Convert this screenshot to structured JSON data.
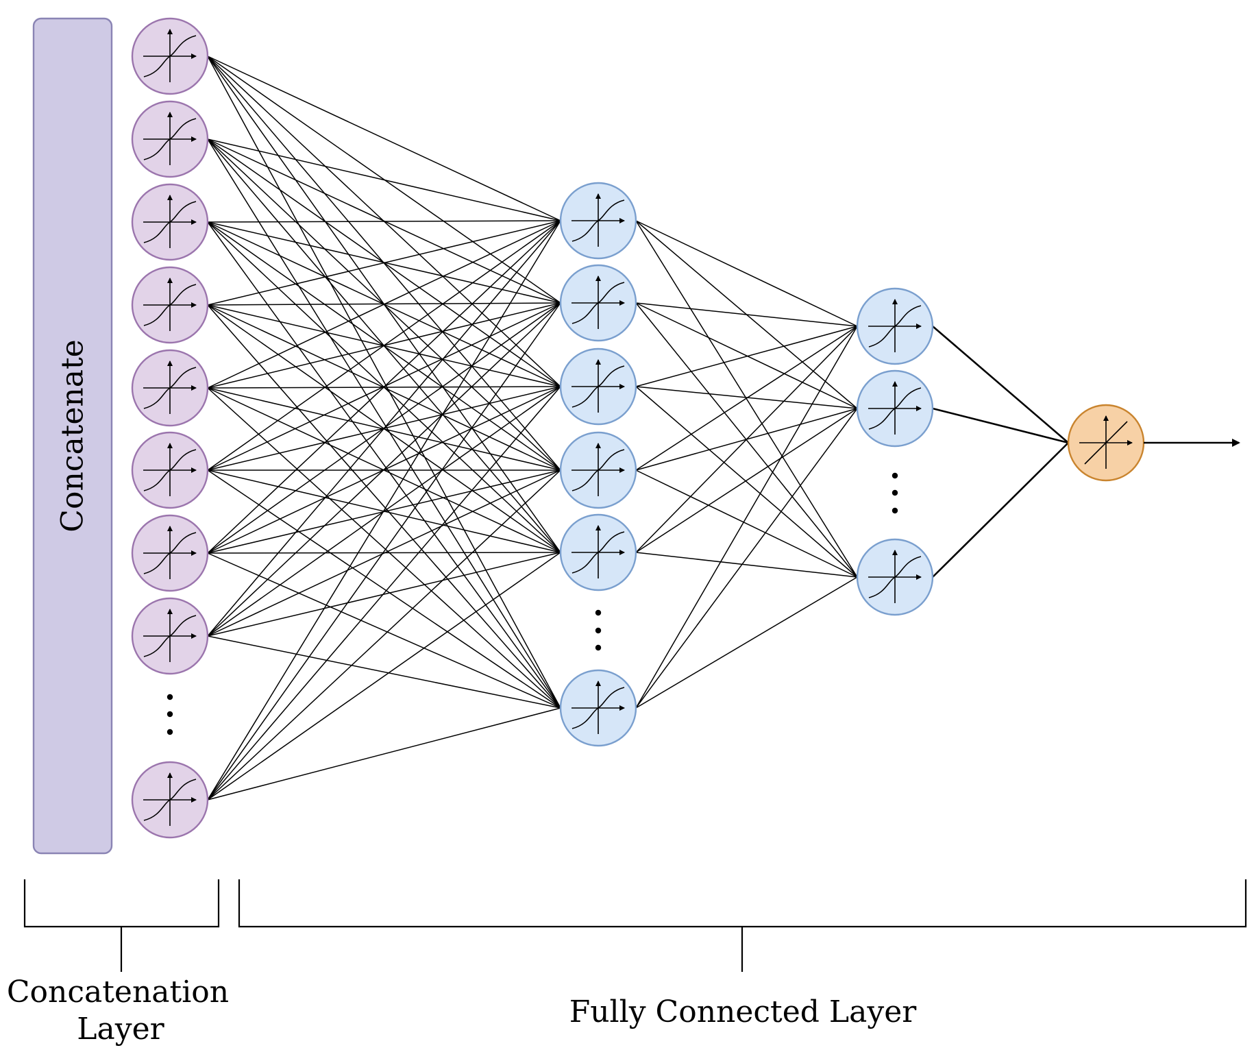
{
  "concat_bar": {
    "label": "Concatenate",
    "fill": "#cfcae5",
    "stroke": "#8a84b4"
  },
  "layers": [
    {
      "name": "input",
      "count_shown": 9,
      "ellipsis_before_last": true,
      "fill": "#e2d3e8",
      "stroke": "#9b75ad",
      "glyph": "sigmoid"
    },
    {
      "name": "hidden1",
      "count_shown": 6,
      "ellipsis_before_last": true,
      "fill": "#d6e6f8",
      "stroke": "#7a9fce",
      "glyph": "sigmoid"
    },
    {
      "name": "hidden2",
      "count_shown": 3,
      "ellipsis_before_last": true,
      "fill": "#d6e6f8",
      "stroke": "#7a9fce",
      "glyph": "sigmoid"
    },
    {
      "name": "output",
      "count_shown": 1,
      "ellipsis_before_last": false,
      "fill": "#f7d1a6",
      "stroke": "#c9842e",
      "glyph": "linear"
    }
  ],
  "brackets": {
    "left_label_line1": "Concatenation",
    "left_label_line2": "Layer",
    "right_label": "Fully Connected Layer"
  }
}
